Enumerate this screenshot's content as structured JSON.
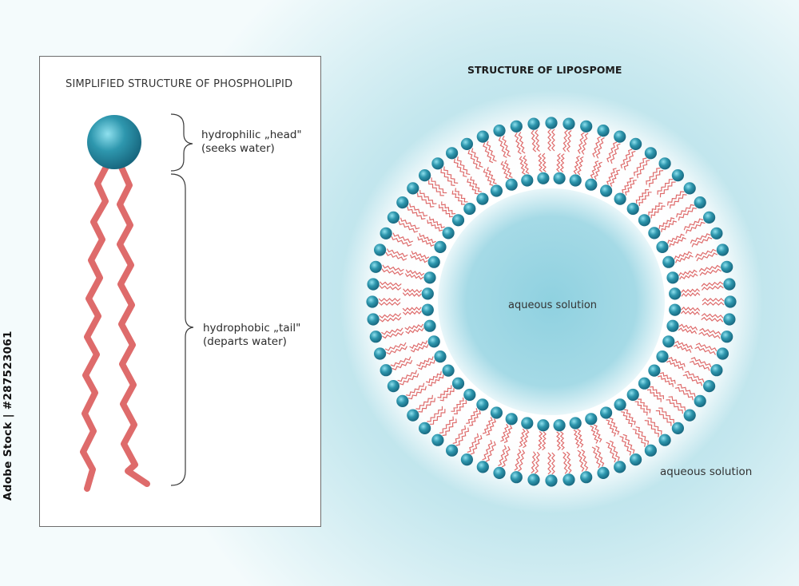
{
  "phospholipid_panel": {
    "title": "SIMPLIFIED STRUCTURE OF PHOSPHOLIPID",
    "head_label_line1": "hydrophilic „head\"",
    "head_label_line2": "(seeks water)",
    "tail_label_line1": "hydrophobic „tail\"",
    "tail_label_line2": "(departs water)"
  },
  "liposome": {
    "title": "STRUCTURE OF LIPOSPOME",
    "inner_label": "aqueous solution",
    "outer_label": "aqueous solution",
    "outer_leaflet_heads": 64,
    "inner_leaflet_heads": 48
  },
  "side_text": "Adobe Stock | #287523061",
  "colors": {
    "head": "#2b8fa6",
    "head_dark": "#17697d",
    "tail": "#de6b6b",
    "water": "#9fd6e2",
    "panel_border": "#6d6d6d"
  }
}
